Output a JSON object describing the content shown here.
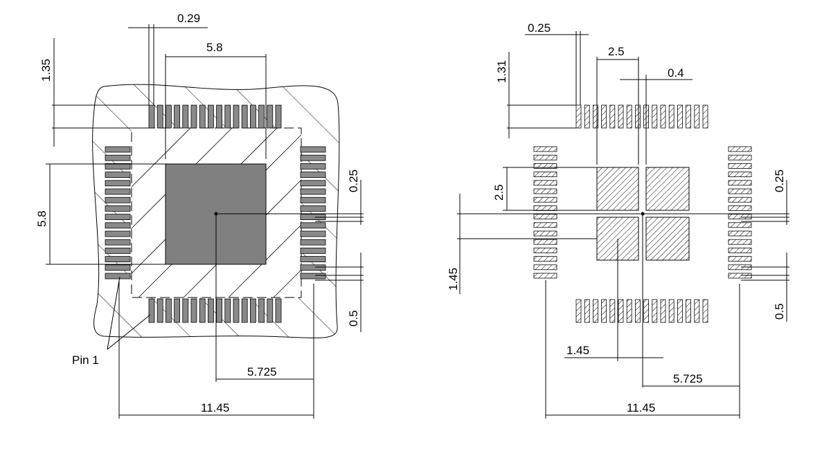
{
  "left_view": {
    "labels": {
      "pad_width": "0.29",
      "top_pad_length": "1.35",
      "ep_width": "5.8",
      "ep_height": "5.8",
      "pitch_a": "0.25",
      "pitch_b": "0.5",
      "center_to_edge": "5.725",
      "overall": "11.45",
      "pin1": "Pin 1"
    },
    "colors": {
      "pad": "#8a8a8a",
      "exposed_pad": "#808080"
    }
  },
  "right_view": {
    "labels": {
      "pad_width": "0.25",
      "pad_length": "1.31",
      "sub_pad_w": "2.5",
      "gap": "0.4",
      "sub_pad_h": "2.5",
      "offset": "1.45",
      "pitch_a": "0.25",
      "pitch_b": "0.5",
      "offset_bottom": "1.45",
      "center_to_edge": "5.725",
      "overall": "11.45"
    }
  }
}
